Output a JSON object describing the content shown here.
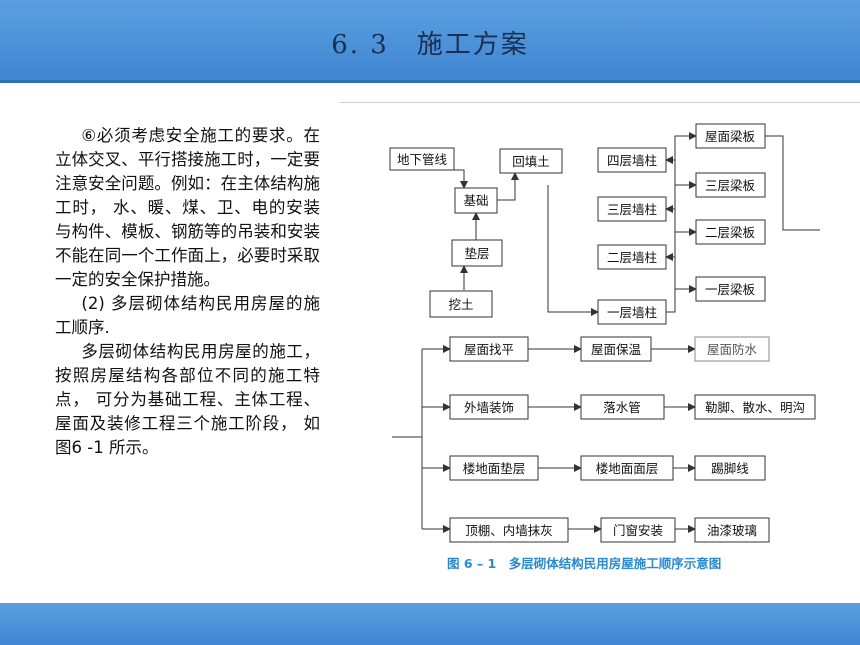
{
  "header": {
    "title": "6. 3　施工方案"
  },
  "text": {
    "p1": "⑥必须考虑安全施工的要求。在立体交叉、平行搭接施工时，一定要注意安全问题。例如：在主体结构施工时， 水、暖、煤、卫、电的安装与构件、模板、钢筋等的吊装和安装不能在同一个工作面上，必要时采取一定的安全保护措施。",
    "p2": "(2) 多层砌体结构民用房屋的施工顺序.",
    "p3": "多层砌体结构民用房屋的施工， 按照房屋结构各部位不同的施工特点， 可分为基础工程、主体工程、屋面及装修工程三个施工阶段， 如图6 -1 所示。"
  },
  "diagram": {
    "nodes": {
      "dixia": "地下管线",
      "huitian": "回填土",
      "jichu": "基础",
      "dianceng": "垫层",
      "watu": "挖土",
      "ws1": "一层墙柱",
      "ws2": "二层墙柱",
      "ws3": "三层墙柱",
      "ws4": "四层墙柱",
      "b1": "一层梁板",
      "b2": "二层梁板",
      "b3": "三层梁板",
      "bw": "屋面梁板",
      "r1a": "屋面找平",
      "r1b": "屋面保温",
      "r1c": "屋面防水",
      "r2a": "外墙装饰",
      "r2b": "落水管",
      "r2c": "勒脚、散水、明沟",
      "r3a": "楼地面垫层",
      "r3b": "楼地面面层",
      "r3c": "踢脚线",
      "r4a": "顶棚、内墙抹灰",
      "r4b": "门窗安装",
      "r4c": "油漆玻璃"
    },
    "caption": "图 6 – 1　多层砌体结构民用房屋施工顺序示意图"
  }
}
